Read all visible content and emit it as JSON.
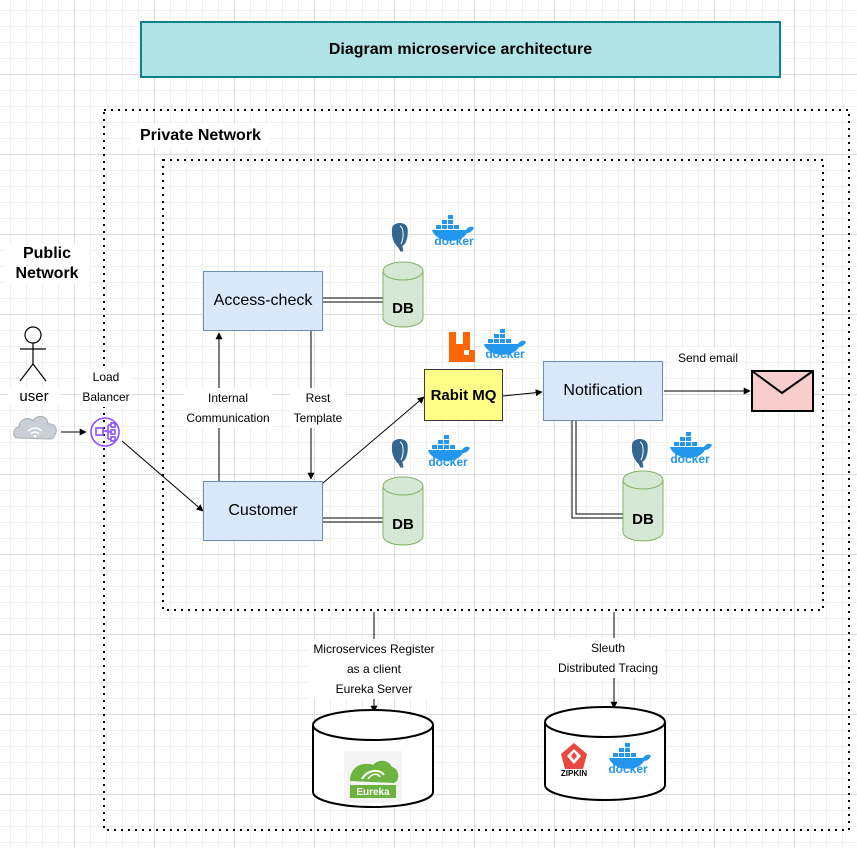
{
  "title": "Diagram microservice architecture",
  "zones": {
    "private_network": "Private Network",
    "public_network_line1": "Public",
    "public_network_line2": "Network"
  },
  "actors": {
    "user": "user",
    "load_balancer_line1": "Load",
    "load_balancer_line2": "Balancer"
  },
  "services": {
    "access_check": "Access-check",
    "customer": "Customer",
    "rabbit_mq": "Rabit MQ",
    "notification": "Notification"
  },
  "databases": {
    "db1": "DB",
    "db2": "DB",
    "db3": "DB"
  },
  "edge_labels": {
    "internal_line1": "Internal",
    "internal_line2": "Communication",
    "rest_line1": "Rest",
    "rest_line2": "Template",
    "send_email": "Send email",
    "eureka_line1": "Microservices Register",
    "eureka_line2": "as a client",
    "eureka_line3": "Eureka Server",
    "sleuth_line1": "Sleuth",
    "sleuth_line2": "Distributed Tracing"
  },
  "logos": {
    "docker": "docker",
    "eureka": "Eureka",
    "zipkin": "ZIPKIN"
  },
  "colors": {
    "title_fill": "#b0e3e6",
    "title_stroke": "#0e8088",
    "service_fill": "#dae8fc",
    "service_stroke": "#6c8ebf",
    "db_fill": "#d5e8d4",
    "db_stroke": "#82b366",
    "mq_fill": "#ffff88",
    "mail_fill": "#f8cecc",
    "rabbitmq_orange": "#ff6600",
    "docker_blue": "#2396ed",
    "postgres_blue": "#336791",
    "load_balancer_purple": "#8c4fff"
  }
}
